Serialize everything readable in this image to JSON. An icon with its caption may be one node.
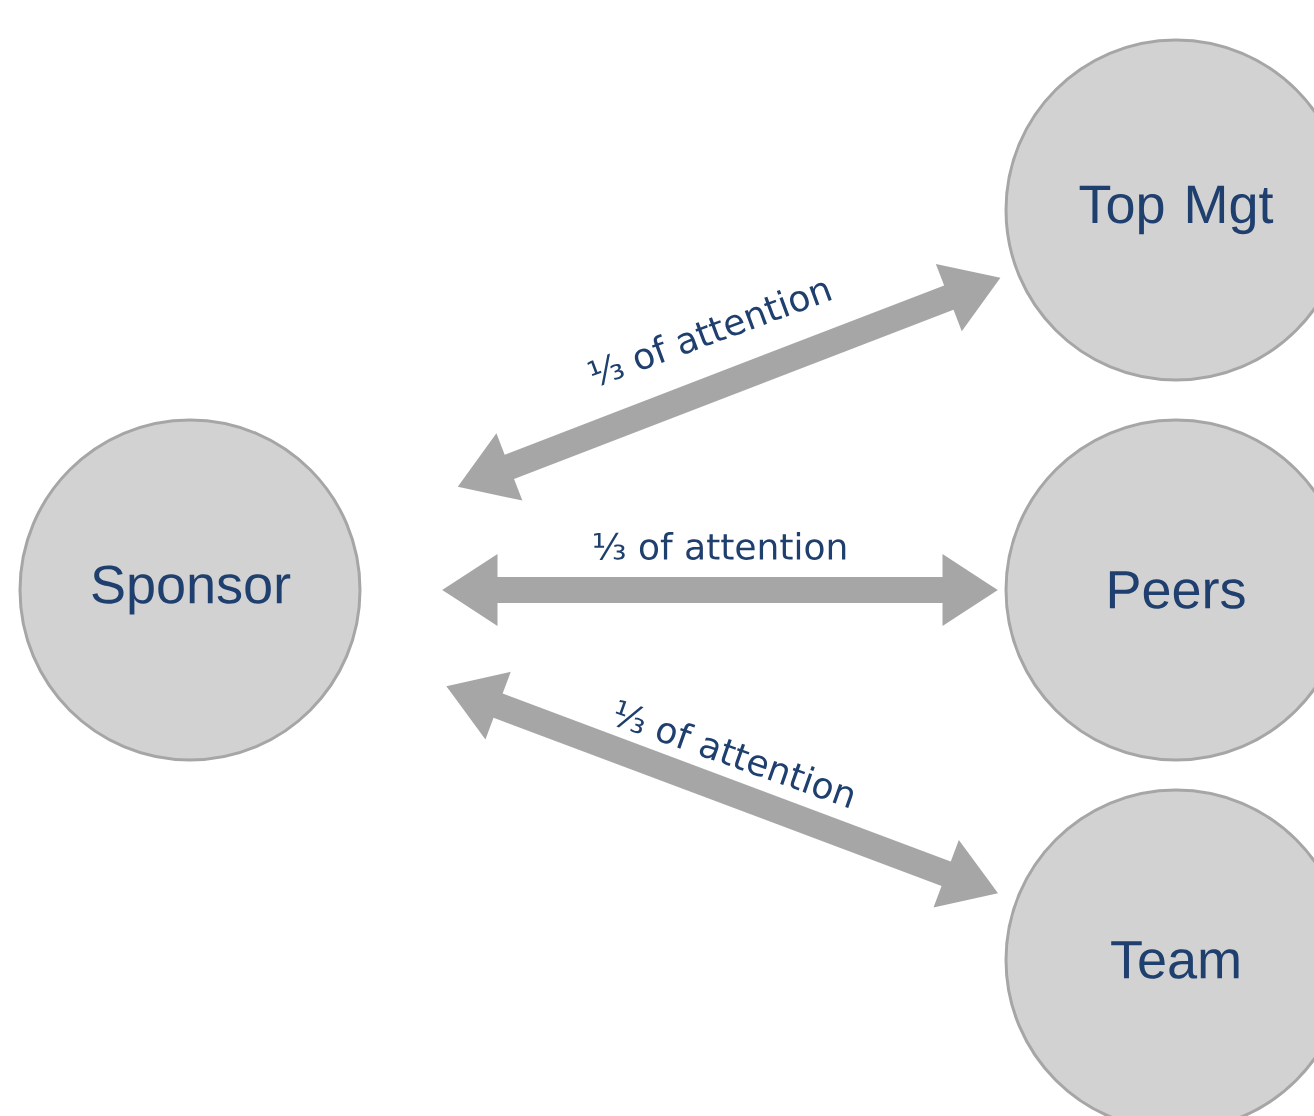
{
  "diagram": {
    "nodes": [
      {
        "text": [
          "Sponsor"
        ]
      },
      {
        "text": [
          "Top Mgt"
        ]
      },
      {
        "text": [
          "Peers"
        ]
      },
      {
        "text": [
          "Team"
        ]
      }
    ],
    "edges": [
      {
        "from": 0,
        "to": 1,
        "arrow": "both",
        "label": "⅓ of attention"
      },
      {
        "from": 0,
        "to": 2,
        "arrow": "both",
        "label": "⅓ of attention"
      },
      {
        "from": 0,
        "to": 3,
        "arrow": "both",
        "label": "⅓ of attention"
      }
    ]
  }
}
